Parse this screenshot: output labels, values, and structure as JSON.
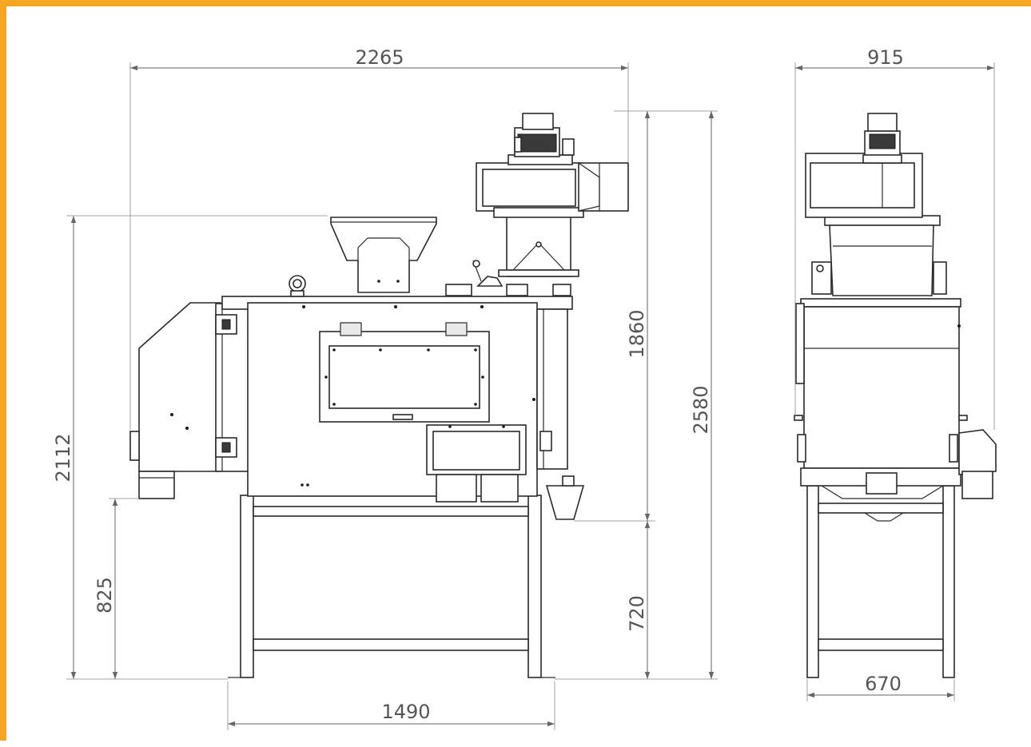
{
  "frame": {
    "accent_color": "#f5a623"
  },
  "dimensions": {
    "overall_length": "2265",
    "width": "915",
    "height_upper": "1860",
    "overall_height": "2580",
    "hopper_height": "2112",
    "outlet_height": "825",
    "frame_height": "720",
    "leg_spacing_front": "1490",
    "leg_spacing_side": "670"
  }
}
